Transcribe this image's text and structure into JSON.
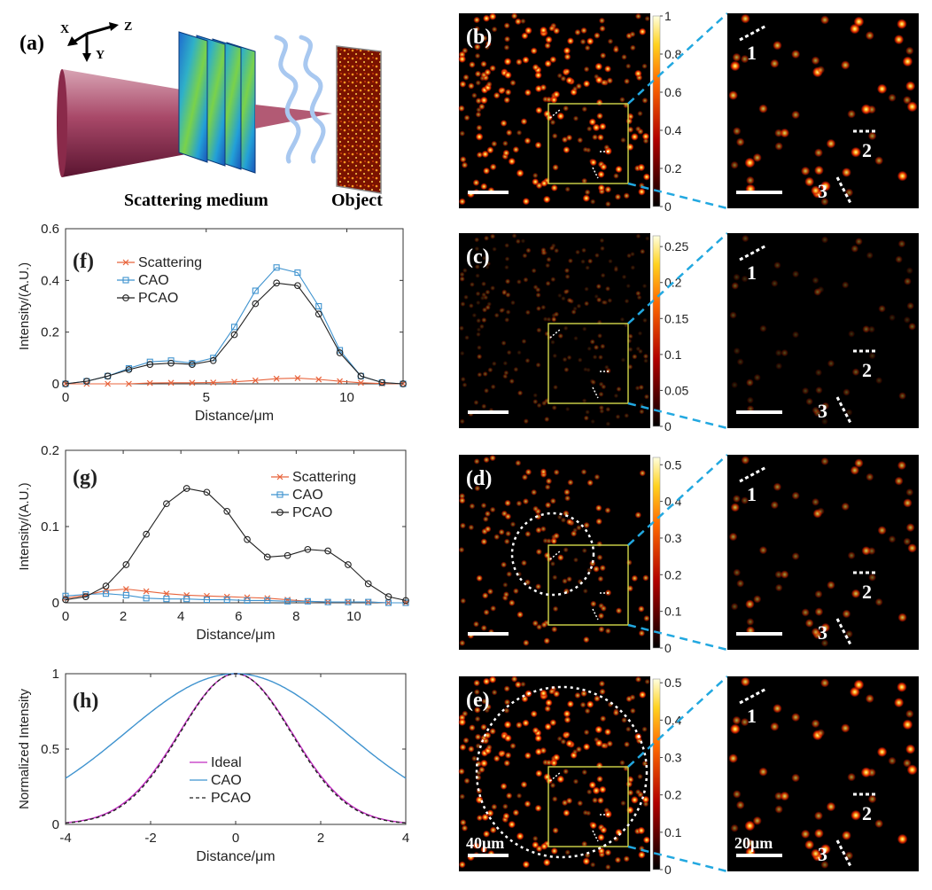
{
  "colors": {
    "scattering": "#e8643c",
    "cao": "#3f93cf",
    "pcao": "#222222",
    "ideal": "#c02cc0",
    "zoom_line": "#22a8e0",
    "roi_box": "#d4d94a",
    "axis": "#333333"
  },
  "panel_a": {
    "label": "(a)",
    "axis_x": "X",
    "axis_y": "Y",
    "axis_z": "Z",
    "scattering_label": "Scattering medium",
    "object_label": "Object"
  },
  "image_panels": [
    {
      "label": "(b)",
      "colorbar_ticks": [
        "1",
        "0.8",
        "0.6",
        "0.4",
        "0.2",
        "0"
      ],
      "colorbar_values": [
        1,
        0.8,
        0.6,
        0.4,
        0.2,
        0
      ],
      "colorbar_max": 1.0,
      "brightness": 1.0,
      "circle": "none",
      "scalebar": "",
      "zoom_scalebar": ""
    },
    {
      "label": "(c)",
      "colorbar_ticks": [
        "0.25",
        "0.2",
        "0.15",
        "0.1",
        "0.05",
        "0"
      ],
      "colorbar_values": [
        0.25,
        0.2,
        0.15,
        0.1,
        0.05,
        0
      ],
      "colorbar_max": 0.265,
      "brightness": 0.35,
      "circle": "none",
      "scalebar": "",
      "zoom_scalebar": ""
    },
    {
      "label": "(d)",
      "colorbar_ticks": [
        "0.5",
        "0.4",
        "0.3",
        "0.2",
        "0.1",
        "0"
      ],
      "colorbar_values": [
        0.5,
        0.4,
        0.3,
        0.2,
        0.1,
        0
      ],
      "colorbar_max": 0.52,
      "brightness": 0.7,
      "circle": "small",
      "scalebar": "",
      "zoom_scalebar": ""
    },
    {
      "label": "(e)",
      "colorbar_ticks": [
        "0.5",
        "0.4",
        "0.3",
        "0.2",
        "0.1",
        "0"
      ],
      "colorbar_values": [
        0.5,
        0.4,
        0.3,
        0.2,
        0.1,
        0
      ],
      "colorbar_max": 0.51,
      "brightness": 1.0,
      "circle": "large",
      "scalebar": "40μm",
      "zoom_scalebar": "20μm"
    }
  ],
  "zoom_markers": [
    "1",
    "2",
    "3"
  ],
  "chart_data": [
    {
      "panel": "(f)",
      "type": "line",
      "xlabel": "Distance/μm",
      "ylabel": "Intensity/(A.U.)",
      "xlim": [
        0,
        12
      ],
      "ylim": [
        0,
        0.6
      ],
      "xticks": [
        0,
        5,
        10
      ],
      "yticks": [
        0,
        0.2,
        0.4,
        0.6
      ],
      "ytick_labels": [
        "0",
        "0.2",
        "0.4",
        "0.6"
      ],
      "legend_position": "top-left",
      "series": [
        {
          "name": "Scattering",
          "marker": "x",
          "color": "#e8643c",
          "x": [
            0,
            0.75,
            1.5,
            2.25,
            3,
            3.75,
            4.5,
            5.25,
            6,
            6.75,
            7.5,
            8.25,
            9,
            9.75,
            10.5,
            11.25,
            12
          ],
          "y": [
            0,
            0,
            0,
            0,
            0.003,
            0.004,
            0.004,
            0.005,
            0.008,
            0.013,
            0.02,
            0.022,
            0.017,
            0.01,
            0.004,
            0.001,
            0
          ]
        },
        {
          "name": "CAO",
          "marker": "square",
          "color": "#3f93cf",
          "x": [
            0,
            0.75,
            1.5,
            2.25,
            3,
            3.75,
            4.5,
            5.25,
            6,
            6.75,
            7.5,
            8.25,
            9,
            9.75,
            10.5,
            11.25,
            12
          ],
          "y": [
            0,
            0.01,
            0.03,
            0.06,
            0.085,
            0.09,
            0.08,
            0.1,
            0.22,
            0.36,
            0.45,
            0.43,
            0.3,
            0.13,
            0.03,
            0.005,
            0
          ]
        },
        {
          "name": "PCAO",
          "marker": "circle",
          "color": "#222222",
          "x": [
            0,
            0.75,
            1.5,
            2.25,
            3,
            3.75,
            4.5,
            5.25,
            6,
            6.75,
            7.5,
            8.25,
            9,
            9.75,
            10.5,
            11.25,
            12
          ],
          "y": [
            0,
            0.01,
            0.03,
            0.055,
            0.075,
            0.08,
            0.075,
            0.09,
            0.19,
            0.31,
            0.39,
            0.38,
            0.27,
            0.12,
            0.03,
            0.005,
            0
          ]
        }
      ]
    },
    {
      "panel": "(g)",
      "type": "line",
      "xlabel": "Distance/μm",
      "ylabel": "Intensity/(A.U.)",
      "xlim": [
        0,
        11.8
      ],
      "ylim": [
        0,
        0.2
      ],
      "xticks": [
        0,
        2,
        4,
        6,
        8,
        10
      ],
      "yticks": [
        0,
        0.1,
        0.2
      ],
      "ytick_labels": [
        "0",
        "0.1",
        "0.2"
      ],
      "legend_position": "top-right",
      "series": [
        {
          "name": "Scattering",
          "marker": "x",
          "color": "#e8643c",
          "x": [
            0,
            0.7,
            1.4,
            2.1,
            2.8,
            3.5,
            4.2,
            4.9,
            5.6,
            6.3,
            7,
            7.7,
            8.4,
            9.1,
            9.8,
            10.5,
            11.2,
            11.8
          ],
          "y": [
            0.006,
            0.01,
            0.016,
            0.018,
            0.015,
            0.012,
            0.01,
            0.009,
            0.008,
            0.007,
            0.006,
            0.004,
            0.002,
            0.001,
            0.001,
            0.001,
            0,
            0
          ]
        },
        {
          "name": "CAO",
          "marker": "square",
          "color": "#3f93cf",
          "x": [
            0,
            0.7,
            1.4,
            2.1,
            2.8,
            3.5,
            4.2,
            4.9,
            5.6,
            6.3,
            7,
            7.7,
            8.4,
            9.1,
            9.8,
            10.5,
            11.2,
            11.8
          ],
          "y": [
            0.009,
            0.011,
            0.012,
            0.01,
            0.006,
            0.005,
            0.005,
            0.004,
            0.004,
            0.003,
            0.003,
            0.002,
            0.002,
            0.001,
            0.001,
            0.001,
            0,
            0
          ]
        },
        {
          "name": "PCAO",
          "marker": "circle",
          "color": "#222222",
          "x": [
            0,
            0.7,
            1.4,
            2.1,
            2.8,
            3.5,
            4.2,
            4.9,
            5.6,
            6.3,
            7,
            7.7,
            8.4,
            9.1,
            9.8,
            10.5,
            11.2,
            11.8
          ],
          "y": [
            0.004,
            0.008,
            0.022,
            0.05,
            0.09,
            0.13,
            0.15,
            0.145,
            0.12,
            0.083,
            0.06,
            0.062,
            0.07,
            0.068,
            0.05,
            0.025,
            0.008,
            0.003
          ]
        }
      ]
    },
    {
      "panel": "(h)",
      "type": "line",
      "xlabel": "Distance/μm",
      "ylabel": "Normalized Intensity",
      "xlim": [
        -4,
        4
      ],
      "ylim": [
        0,
        1
      ],
      "xticks": [
        -4,
        -2,
        0,
        2,
        4
      ],
      "yticks": [
        0,
        0.5,
        1
      ],
      "ytick_labels": [
        "0",
        "0.5",
        "1"
      ],
      "legend_position": "bottom-center",
      "series": [
        {
          "name": "Ideal",
          "style": "solid",
          "color": "#c02cc0",
          "sigma": 1.33
        },
        {
          "name": "CAO",
          "style": "solid",
          "color": "#3f93cf",
          "sigma": 2.6
        },
        {
          "name": "PCAO",
          "style": "dashed",
          "color": "#222222",
          "sigma": 1.31
        }
      ]
    }
  ]
}
